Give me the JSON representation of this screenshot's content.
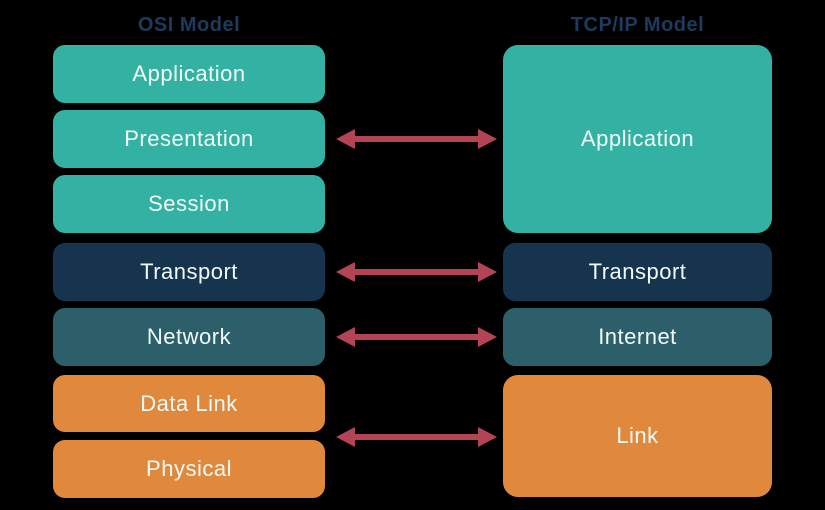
{
  "diagram": {
    "left_title": "OSI Model",
    "right_title": "TCP/IP Model"
  },
  "osi": {
    "layers": [
      {
        "label": "Application",
        "color": "teal"
      },
      {
        "label": "Presentation",
        "color": "teal"
      },
      {
        "label": "Session",
        "color": "teal"
      },
      {
        "label": "Transport",
        "color": "navy"
      },
      {
        "label": "Network",
        "color": "darkteal"
      },
      {
        "label": "Data Link",
        "color": "orange"
      },
      {
        "label": "Physical",
        "color": "orange"
      }
    ]
  },
  "tcpip": {
    "layers": [
      {
        "label": "Application",
        "color": "teal",
        "spans_osi": [
          "Application",
          "Presentation",
          "Session"
        ]
      },
      {
        "label": "Transport",
        "color": "navy",
        "spans_osi": [
          "Transport"
        ]
      },
      {
        "label": "Internet",
        "color": "darkteal",
        "spans_osi": [
          "Network"
        ]
      },
      {
        "label": "Link",
        "color": "orange",
        "spans_osi": [
          "Data Link",
          "Physical"
        ]
      }
    ]
  },
  "mappings": [
    {
      "osi": "Presentation",
      "tcpip": "Application",
      "arrow": "double"
    },
    {
      "osi": "Transport",
      "tcpip": "Transport",
      "arrow": "double"
    },
    {
      "osi": "Network",
      "tcpip": "Internet",
      "arrow": "double"
    },
    {
      "osi": "Data Link / Physical",
      "tcpip": "Link",
      "arrow": "double"
    }
  ],
  "colors": {
    "background": "#000000",
    "teal": "#33b2a3",
    "navy": "#17344f",
    "darkteal": "#2c5f6a",
    "orange": "#e0883c",
    "arrow": "#b24456",
    "title_text": "#1c3b5e",
    "box_text": "#f2faf9"
  }
}
